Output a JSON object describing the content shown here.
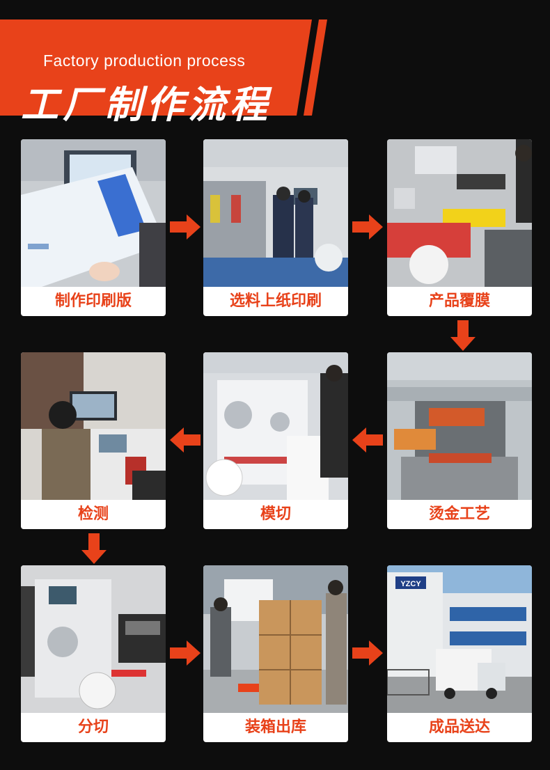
{
  "header": {
    "title_en": "Factory production process",
    "title_cn": "工厂制作流程",
    "accent_color": "#e8421a"
  },
  "steps": [
    {
      "label": "制作印刷版"
    },
    {
      "label": "选料上纸印刷"
    },
    {
      "label": "产品覆膜"
    },
    {
      "label": "烫金工艺"
    },
    {
      "label": "模切"
    },
    {
      "label": "检测"
    },
    {
      "label": "分切"
    },
    {
      "label": "装箱出库"
    },
    {
      "label": "成品送达"
    }
  ],
  "factory_sign": "YZCY"
}
